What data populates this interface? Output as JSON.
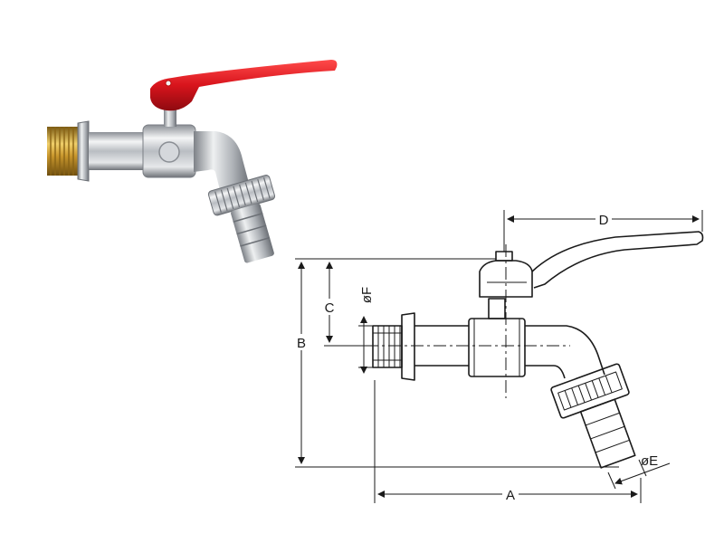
{
  "dimensions": {
    "A": "A",
    "B": "B",
    "C": "C",
    "D": "D",
    "E": "øE",
    "F": "øF"
  },
  "colors": {
    "handle": "#d8141c",
    "brass": "#c8962c",
    "chrome": "#c9ccd1",
    "line": "#1a1a1a"
  }
}
